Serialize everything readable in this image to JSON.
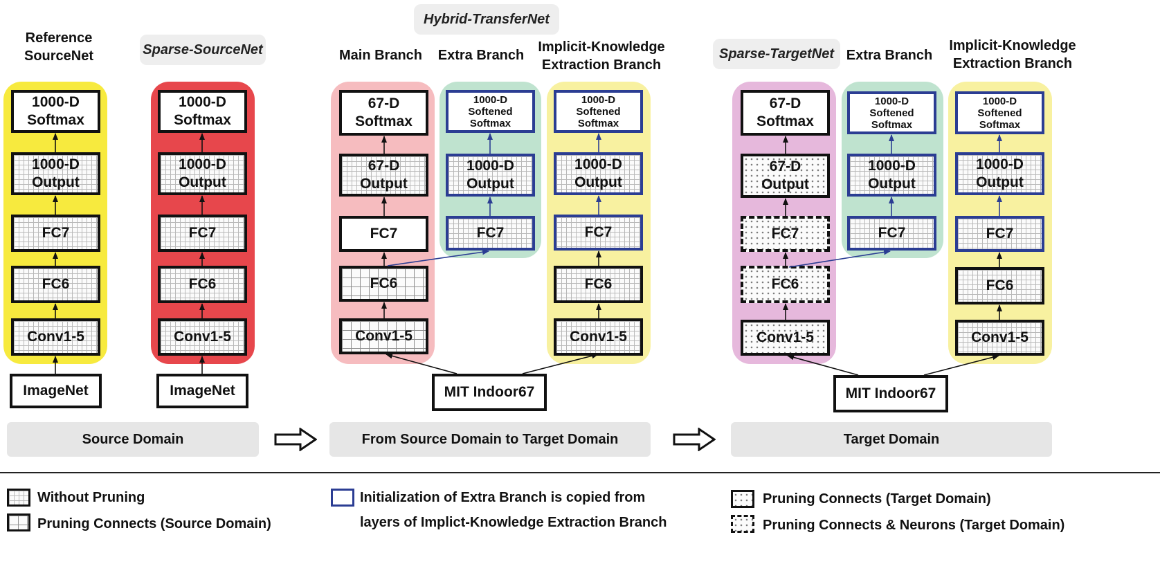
{
  "headers": {
    "reference_sourcenet": "Reference\nSourceNet",
    "sparse_sourcenet": "Sparse-SourceNet",
    "hybrid_transfernet": "Hybrid-TransferNet",
    "main_branch": "Main Branch",
    "extra_branch_1": "Extra Branch",
    "implicit_branch_1": "Implicit-Knowledge\nExtraction Branch",
    "sparse_targetnet": "Sparse-TargetNet",
    "extra_branch_2": "Extra Branch",
    "implicit_branch_2": "Implicit-Knowledge\nExtraction Branch"
  },
  "colors": {
    "yellow_panel": "#f7ea3e",
    "red_panel": "#e7474c",
    "pink_panel": "#f6bcbf",
    "green_panel": "#bfe3cf",
    "light_yellow_panel": "#f8f1a0",
    "purple_panel": "#e6b8dc",
    "blue_border": "#2b3d93"
  },
  "nodes": {
    "c1_softmax": "1000-D\nSoftmax",
    "c1_output": "1000-D\nOutput",
    "c1_fc7": "FC7",
    "c1_fc6": "FC6",
    "c1_conv": "Conv1-5",
    "c1_input": "ImageNet",
    "c2_softmax": "1000-D\nSoftmax",
    "c2_output": "1000-D\nOutput",
    "c2_fc7": "FC7",
    "c2_fc6": "FC6",
    "c2_conv": "Conv1-5",
    "c2_input": "ImageNet",
    "c3_softmax": "67-D\nSoftmax",
    "c3_output": "67-D\nOutput",
    "c3_fc7": "FC7",
    "c3_fc6": "FC6",
    "c3_conv": "Conv1-5",
    "c4_softmax": "1000-D\nSoftened\nSoftmax",
    "c4_output": "1000-D\nOutput",
    "c4_fc7": "FC7",
    "c5_softmax": "1000-D\nSoftened\nSoftmax",
    "c5_output": "1000-D\nOutput",
    "c5_fc7": "FC7",
    "c5_fc6": "FC6",
    "c5_conv": "Conv1-5",
    "mit_input_1": "MIT Indoor67",
    "c6_softmax": "67-D\nSoftmax",
    "c6_output": "67-D\nOutput",
    "c6_fc7": "FC7",
    "c6_fc6": "FC6",
    "c6_conv": "Conv1-5",
    "c7_softmax": "1000-D\nSoftened\nSoftmax",
    "c7_output": "1000-D\nOutput",
    "c7_fc7": "FC7",
    "c8_softmax": "1000-D\nSoftened\nSoftmax",
    "c8_output": "1000-D\nOutput",
    "c8_fc7": "FC7",
    "c8_fc6": "FC6",
    "c8_conv": "Conv1-5",
    "mit_input_2": "MIT Indoor67"
  },
  "domains": {
    "source": "Source Domain",
    "transfer": "From Source Domain to Target Domain",
    "target": "Target Domain"
  },
  "legend": {
    "without_pruning": "Without Pruning",
    "pruning_source": "Pruning Connects  (Source Domain)",
    "init_line1": "Initialization of Extra Branch is copied from",
    "init_line2": "layers of Implict-Knowledge Extraction Branch",
    "pruning_target": "Pruning Connects  (Target Domain)",
    "pruning_neurons": "Pruning Connects & Neurons  (Target Domain)"
  }
}
